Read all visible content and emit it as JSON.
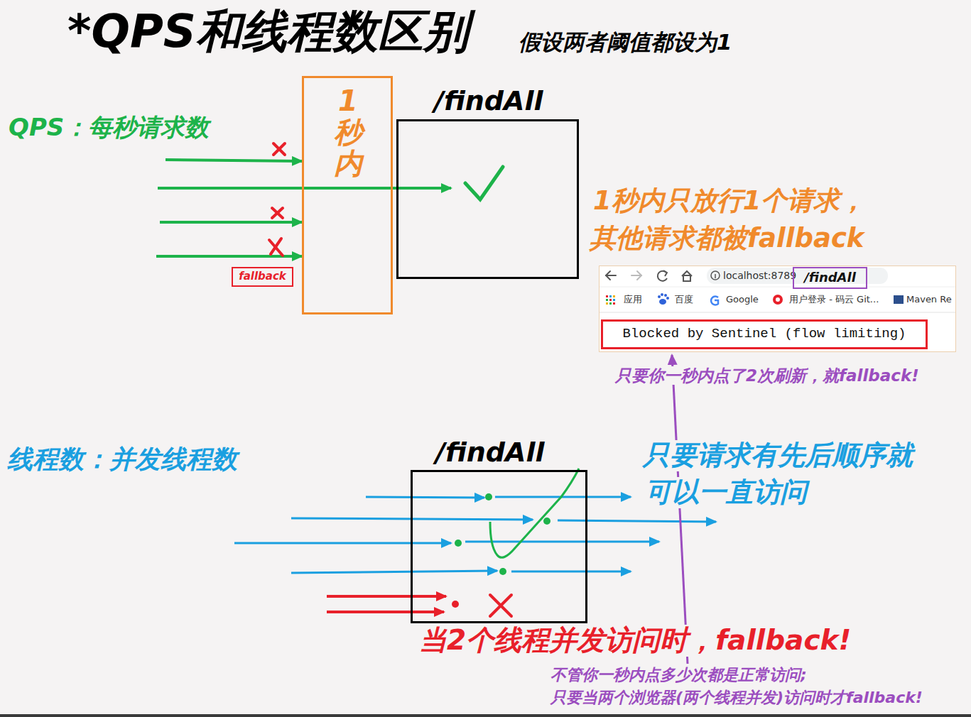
{
  "diagram": {
    "title": "*QPS和线程数区别",
    "nodes": [
      {
        "text": [
          "1秒内"
        ]
      },
      {
        "text": [
          "/findAll"
        ]
      },
      {
        "text": [
          "fallback"
        ]
      },
      {
        "text": [
          "localhost:8789",
          "应用",
          "百度",
          "Google",
          "用户登录 - 码云 Git...",
          "Maven Re"
        ]
      },
      {
        "text": [
          "/findAll"
        ],
        "in": 3
      },
      {
        "text": [
          "Blocked by Sentinel (flow limiting)"
        ],
        "in": 3
      },
      {
        "text": [
          "/findAll"
        ]
      }
    ],
    "labels": [
      "假设两者阈值都设为1",
      "QPS：每秒请求数",
      "1秒内只放行1个请求，",
      "其他请求都被fallback",
      "只要你一秒内点了2次刷新，就fallback!",
      "线程数：并发线程数",
      "只要请求有先后顺序就",
      "可以一直访问",
      "当2个线程并发访问时，fallback!",
      "不管你一秒内点多少次都是正常访问;",
      "只要当两个浏览器(两个线程并发)访问时才fallback!"
    ]
  }
}
